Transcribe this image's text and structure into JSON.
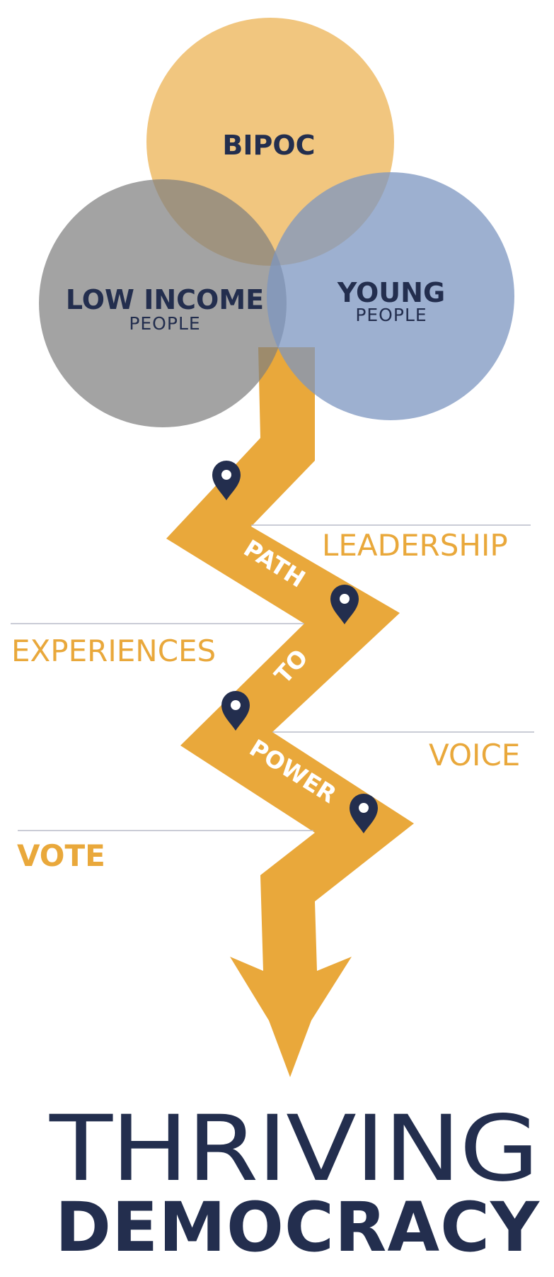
{
  "colors": {
    "gold": "#e9a83b",
    "gold_circle": "#f0c478",
    "gray_circle": "#9e9e9e",
    "blue_circle": "#9bb0d0",
    "navy": "#232e4e",
    "rule": "#b8bcc8"
  },
  "groups": [
    {
      "id": "bipoc",
      "title": "BIPOC",
      "subtitle": ""
    },
    {
      "id": "low-income",
      "title": "LOW INCOME",
      "subtitle": "PEOPLE"
    },
    {
      "id": "young",
      "title": "YOUNG",
      "subtitle": "PEOPLE"
    }
  ],
  "path_words": [
    "PATH",
    "TO",
    "POWER"
  ],
  "steps": [
    {
      "label": "LEADERSHIP",
      "marker_icon": "location-pin-icon"
    },
    {
      "label": "EXPERIENCES",
      "marker_icon": "location-pin-icon"
    },
    {
      "label": "VOICE",
      "marker_icon": "location-pin-icon"
    },
    {
      "label": "VOTE",
      "marker_icon": "location-pin-icon"
    }
  ],
  "title": {
    "line1": "THRIVING",
    "line2": "DEMOCRACY"
  }
}
